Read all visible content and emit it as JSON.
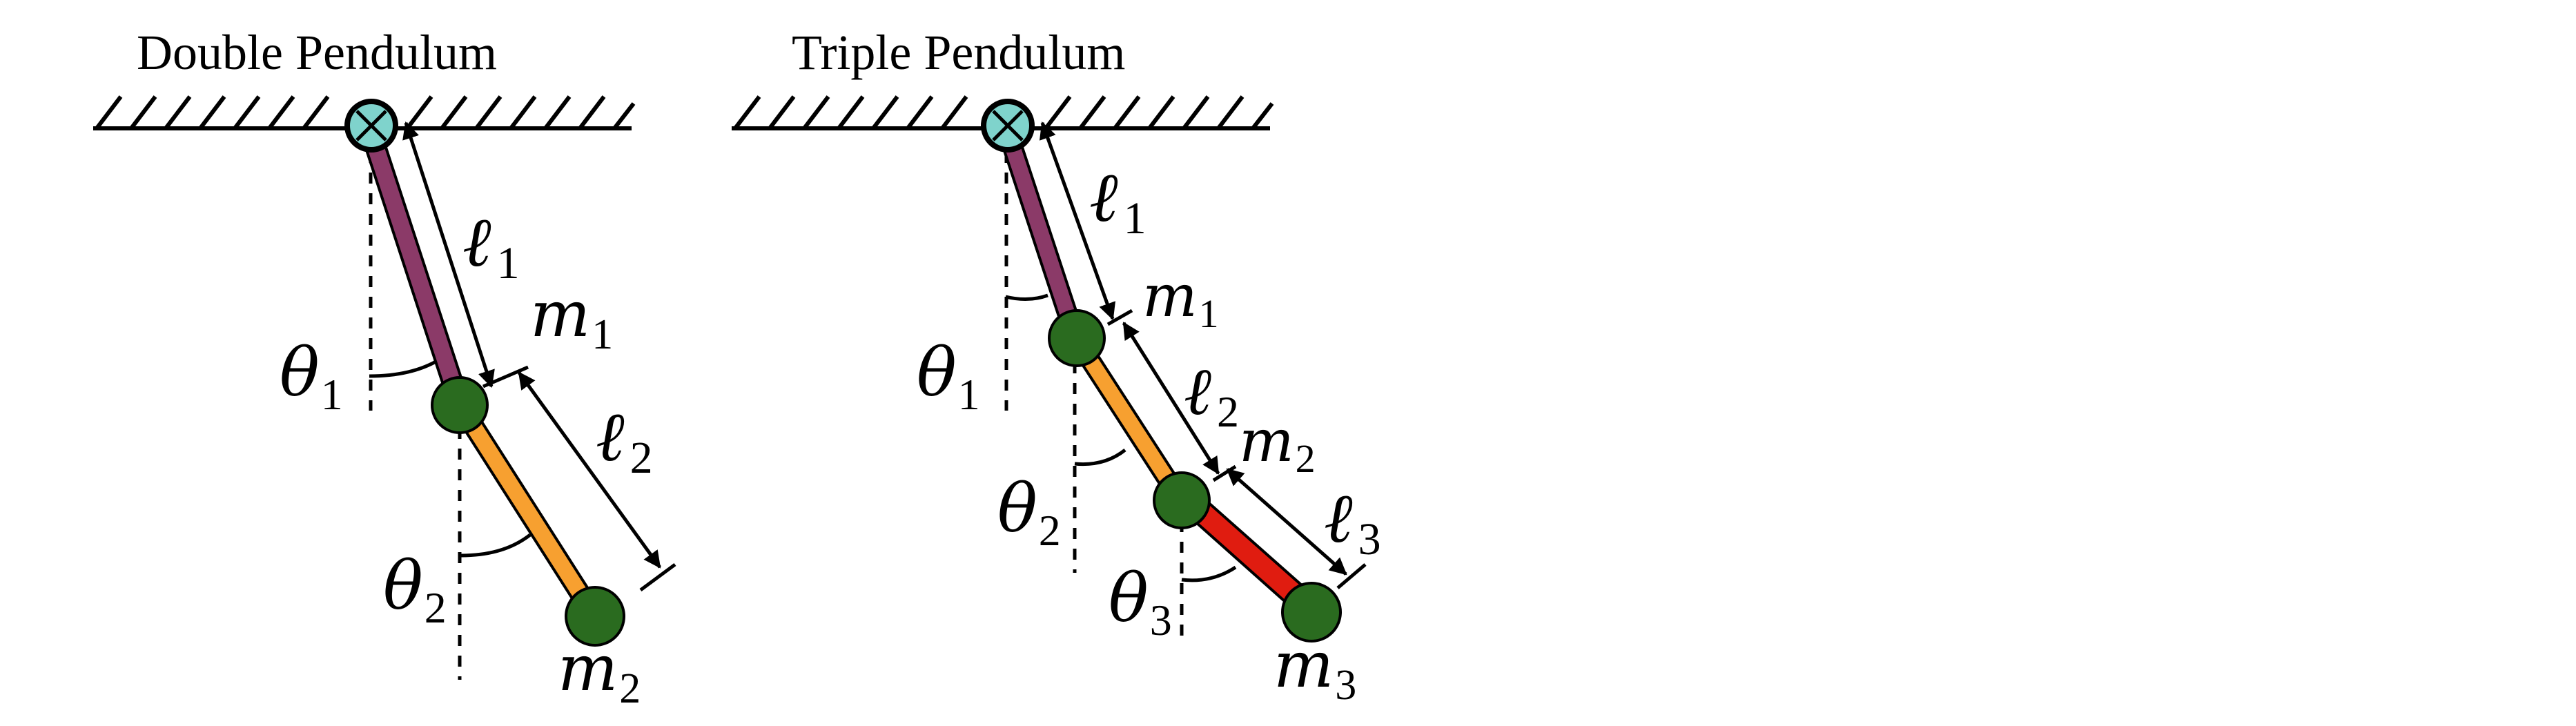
{
  "colors": {
    "rod_1": "#8b3a68",
    "rod_2": "#f7a030",
    "rod_3": "#e01c10",
    "mass": "#2a6b1f",
    "pivot": "#7fd3cc"
  },
  "double_pendulum": {
    "title": "Double Pendulum",
    "theta1": "θ",
    "theta1_sub": "1",
    "theta2": "θ",
    "theta2_sub": "2",
    "l1": "ℓ",
    "l1_sub": "1",
    "l2": "ℓ",
    "l2_sub": "2",
    "m1": "m",
    "m1_sub": "1",
    "m2": "m",
    "m2_sub": "2"
  },
  "triple_pendulum": {
    "title": "Triple Pendulum",
    "theta1": "θ",
    "theta1_sub": "1",
    "theta2": "θ",
    "theta2_sub": "2",
    "theta3": "θ",
    "theta3_sub": "3",
    "l1": "ℓ",
    "l1_sub": "1",
    "l2": "ℓ",
    "l2_sub": "2",
    "l3": "ℓ",
    "l3_sub": "3",
    "m1": "m",
    "m1_sub": "1",
    "m2": "m",
    "m2_sub": "2",
    "m3": "m",
    "m3_sub": "3"
  }
}
